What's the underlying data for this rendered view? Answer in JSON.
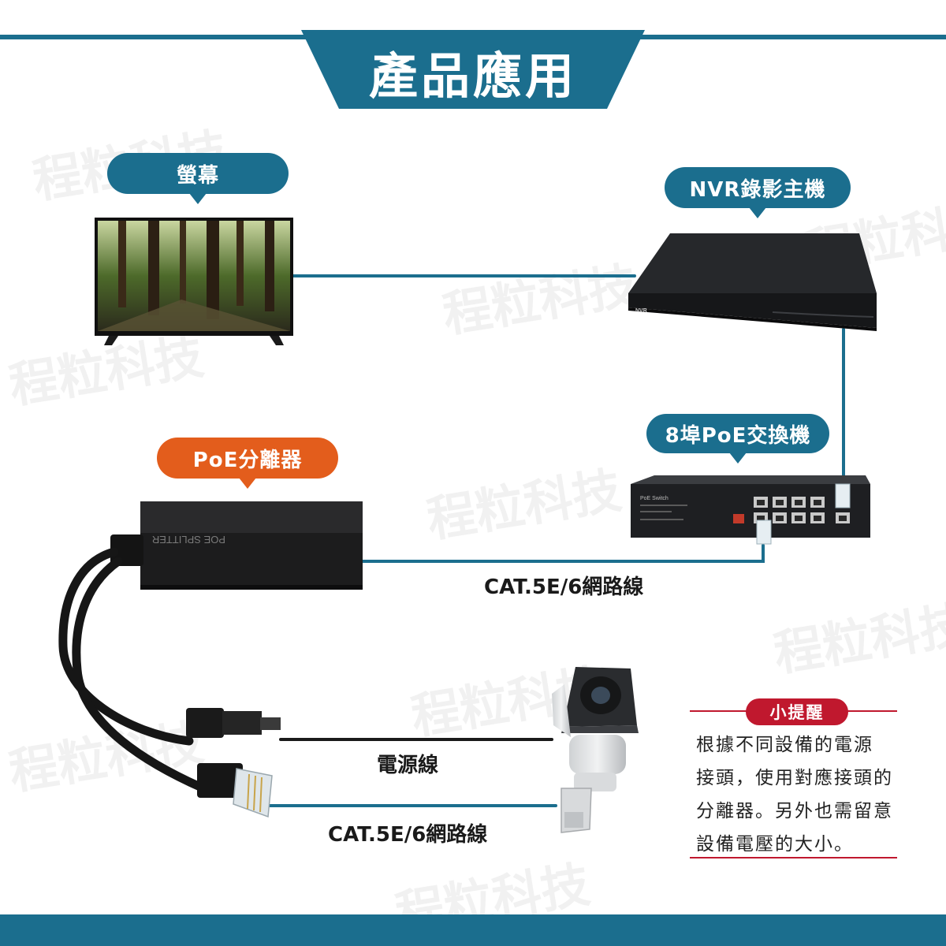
{
  "header": {
    "title": "產品應用"
  },
  "labels": {
    "monitor": "螢幕",
    "nvr": "NVR錄影主機",
    "switch": "8埠PoE交換機",
    "splitter": "PoE分離器"
  },
  "device_text": {
    "nvr_badge": "NVR",
    "switch_brand": "PoE Switch",
    "splitter_print": "POE SPLITTER"
  },
  "cables": {
    "cat_top": "CAT.5E/6網路線",
    "power": "電源線",
    "cat_bottom": "CAT.5E/6網路線"
  },
  "tip": {
    "title": "小提醒",
    "lines": [
      "根據不同設備的電源",
      "接頭，使用對應接頭的",
      "分離器。另外也需留意",
      "設備電壓的大小。"
    ]
  },
  "watermark": "程粒科技",
  "colors": {
    "brand_blue": "#1b6e8e",
    "accent_orange": "#e35d1c",
    "tip_red": "#c0182e"
  }
}
